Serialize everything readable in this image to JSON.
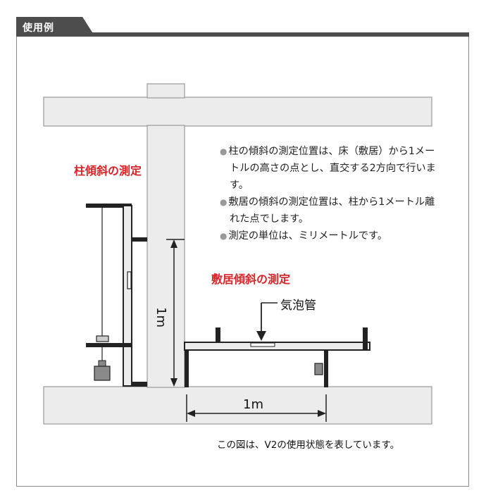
{
  "tab": {
    "label": "使用例"
  },
  "notes": [
    "柱の傾斜の測定位置は、床（敷居）から1メートルの高さの点とし、直交する2方向で行います。",
    "敷居の傾斜の測定位置は、柱から1メートル離れた点でします。",
    "測定の単位は、ミリメートルです。"
  ],
  "labels": {
    "pillar_title": "柱傾斜の測定",
    "sill_title": "敷居傾斜の測定",
    "level_tube": "気泡管",
    "height_1m": "1m",
    "width_1m": "1m"
  },
  "caption": "この図は、V2の使用状態を表しています。",
  "colors": {
    "accent_red": "#d7262a",
    "header": "#4d4d4d",
    "structure_fill": "#ececec",
    "structure_stroke": "#999999"
  }
}
